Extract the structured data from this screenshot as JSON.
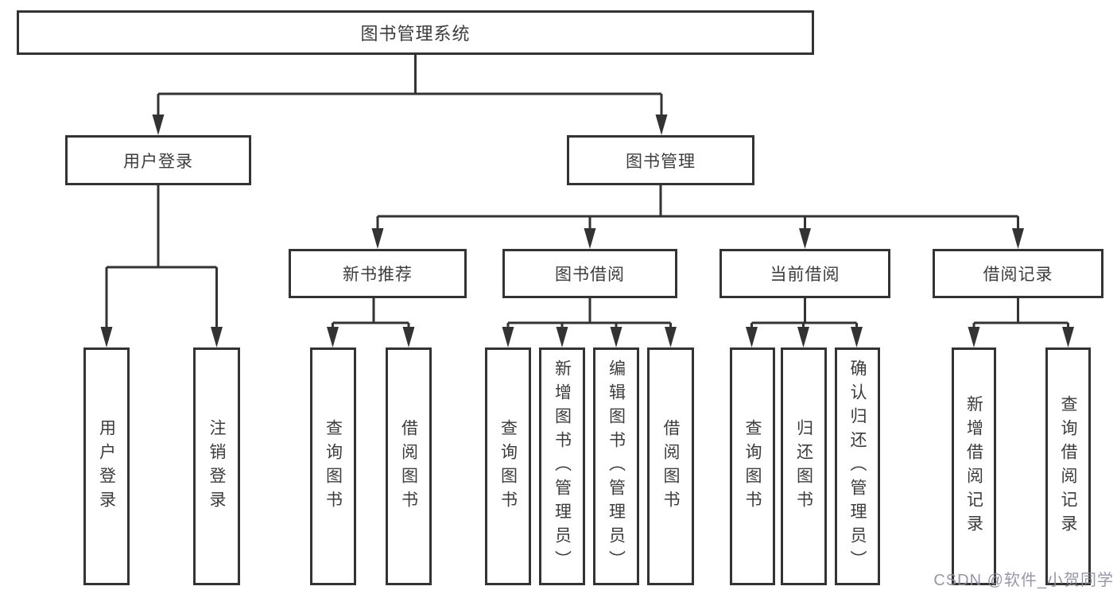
{
  "tree": {
    "label": "图书管理系统",
    "children": [
      {
        "label": "用户登录",
        "children": [
          {
            "label": "用户登录"
          },
          {
            "label": "注销登录"
          }
        ]
      },
      {
        "label": "图书管理",
        "children": [
          {
            "label": "新书推荐",
            "children": [
              {
                "label": "查询图书"
              },
              {
                "label": "借阅图书"
              }
            ]
          },
          {
            "label": "图书借阅",
            "children": [
              {
                "label": "查询图书"
              },
              {
                "label": "新增图书（管理员）"
              },
              {
                "label": "编辑图书（管理员）"
              },
              {
                "label": "借阅图书"
              }
            ]
          },
          {
            "label": "当前借阅",
            "children": [
              {
                "label": "查询图书"
              },
              {
                "label": "归还图书"
              },
              {
                "label": "确认归还（管理员）"
              }
            ]
          },
          {
            "label": "借阅记录",
            "children": [
              {
                "label": "新增借阅记录"
              },
              {
                "label": "查询借阅记录"
              }
            ]
          }
        ]
      }
    ]
  },
  "watermark": {
    "text": "CSDN @软件_小贺同学"
  },
  "colors": {
    "line": "#333333",
    "box_border": "#333333",
    "text": "#3c3c3c",
    "background": "#ffffff",
    "watermark": "#8c8ca0"
  }
}
